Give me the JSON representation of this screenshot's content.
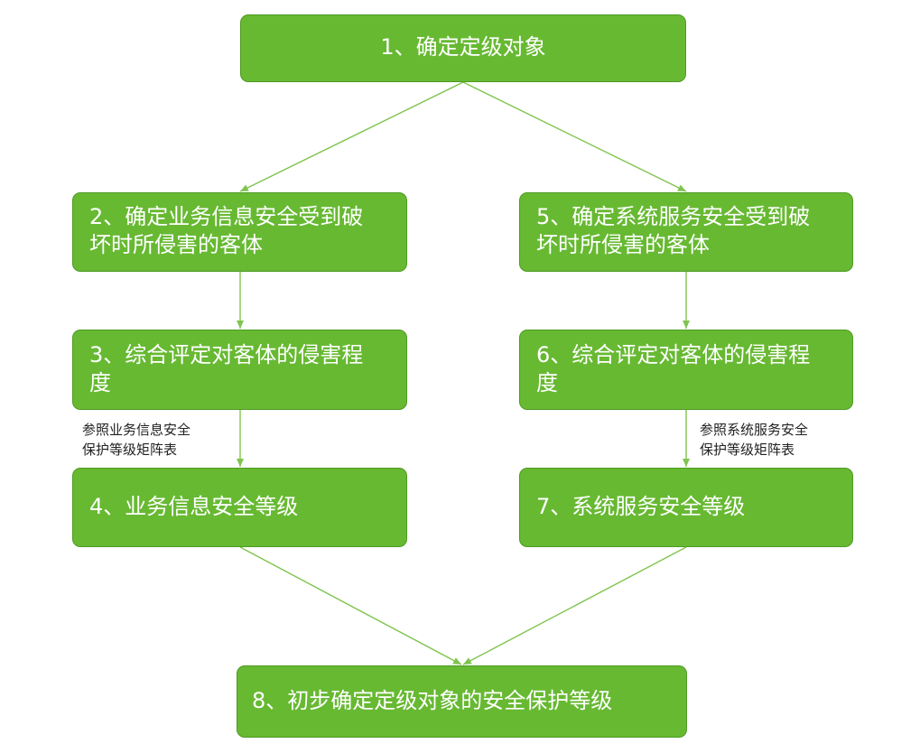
{
  "colors": {
    "node_fill": "#67b932",
    "node_border": "#4e9a22",
    "connector": "#7fc44e",
    "node_text": "#ffffff",
    "note_text": "#222222"
  },
  "nodes": {
    "n1": {
      "lines": [
        "1、确定定级对象"
      ]
    },
    "n2": {
      "lines": [
        "2、确定业务信息安全受到破",
        "坏时所侵害的客体"
      ]
    },
    "n3": {
      "lines": [
        "3、综合评定对客体的侵害程",
        "度"
      ]
    },
    "n4": {
      "lines": [
        "4、业务信息安全等级"
      ]
    },
    "n5": {
      "lines": [
        "5、确定系统服务安全受到破",
        "坏时所侵害的客体"
      ]
    },
    "n6": {
      "lines": [
        "6、综合评定对客体的侵害程",
        "度"
      ]
    },
    "n7": {
      "lines": [
        "7、系统服务安全等级"
      ]
    },
    "n8": {
      "lines": [
        "8、初步确定定级对象的安全保护等级"
      ]
    }
  },
  "notes": {
    "left": {
      "lines": [
        "参照业务信息安全",
        "保护等级矩阵表"
      ]
    },
    "right": {
      "lines": [
        "参照系统服务安全",
        "保护等级矩阵表"
      ]
    }
  },
  "edges": [
    {
      "from": "n1",
      "to": "n2"
    },
    {
      "from": "n1",
      "to": "n5"
    },
    {
      "from": "n2",
      "to": "n3"
    },
    {
      "from": "n3",
      "to": "n4"
    },
    {
      "from": "n5",
      "to": "n6"
    },
    {
      "from": "n6",
      "to": "n7"
    },
    {
      "from": "n4",
      "to": "n8"
    },
    {
      "from": "n7",
      "to": "n8"
    }
  ]
}
